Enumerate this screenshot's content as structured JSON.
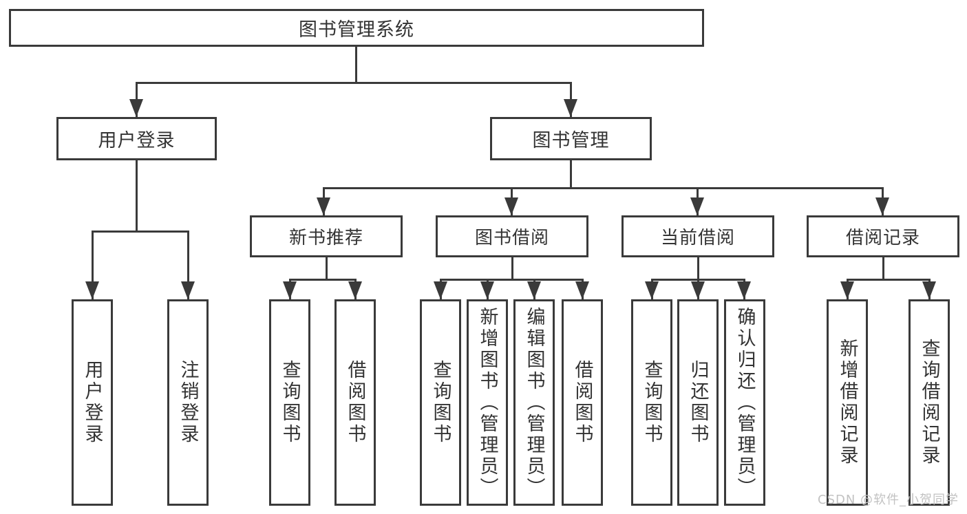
{
  "diagram": {
    "root": {
      "label": "图书管理系统"
    },
    "branches": {
      "user_login": {
        "label": "用户登录",
        "children": [
          "用户登录",
          "注销登录"
        ]
      },
      "book_mgmt": {
        "label": "图书管理",
        "sections": {
          "new_books": {
            "label": "新书推荐",
            "children": [
              "查询图书",
              "借阅图书"
            ]
          },
          "book_borrow": {
            "label": "图书借阅",
            "children": [
              "查询图书",
              "新增图书（管理员）",
              "编辑图书（管理员）",
              "借阅图书"
            ]
          },
          "current_borrow": {
            "label": "当前借阅",
            "children": [
              "查询图书",
              "归还图书",
              "确认归还（管理员）"
            ]
          },
          "borrow_records": {
            "label": "借阅记录",
            "children": [
              "新增借阅记录",
              "查询借阅记录"
            ]
          }
        }
      }
    }
  },
  "watermark": {
    "text": "CSDN @软件_小贺同学"
  },
  "colors": {
    "line": "#3a3a3a",
    "text": "#333333",
    "background": "#ffffff",
    "watermark": "#c2c2c2"
  }
}
